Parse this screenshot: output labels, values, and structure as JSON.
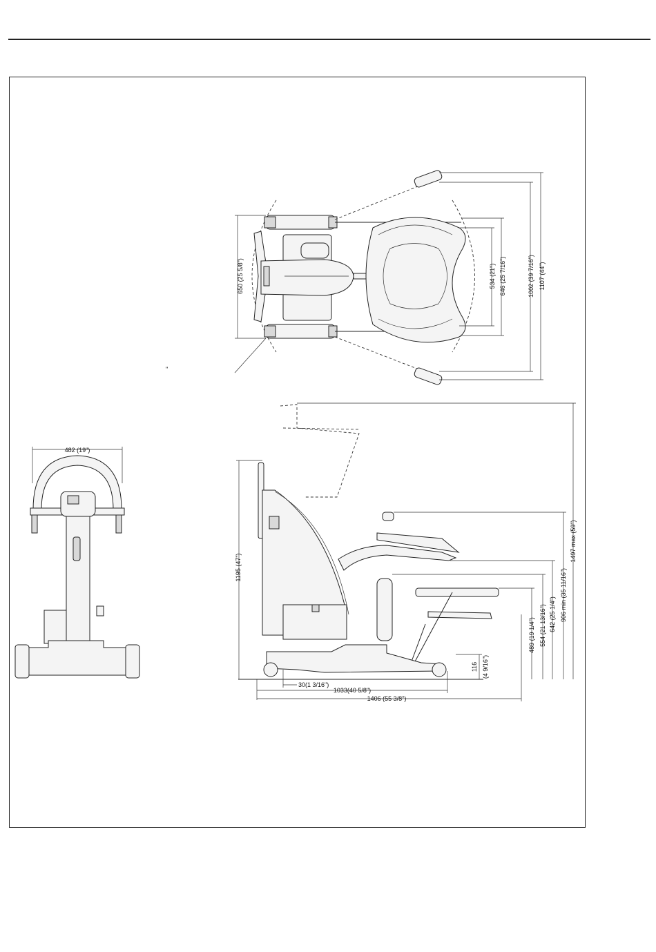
{
  "top_view": {
    "dims": {
      "width_overall": "650 (25 5/8\")",
      "inner_534": "534 (21\")",
      "inner_646": "646 (25  7/16\")",
      "outer_1002": "1002 (39  7/16\")",
      "outer_1107": "1107 (44\")"
    },
    "stray_mark": "\""
  },
  "front_view": {
    "dims": {
      "width": "482 (19\")"
    }
  },
  "side_view": {
    "dims": {
      "height_mast": "1195 (47\")",
      "h_489": "489 (19 1/4\")",
      "h_554": "554 (21 13/16\")",
      "h_642": "642 (25 1/4\")",
      "h_906": "906 min (35 11/16\")",
      "h_1497": "1497 max (59\")",
      "base_116": "116",
      "base_116_in": "(4 9/16\")",
      "offset_30": "30(1 3/16\")",
      "length_1033": "1033(40 5/8\")",
      "length_1406": "1406 (55 3/8\")"
    }
  }
}
